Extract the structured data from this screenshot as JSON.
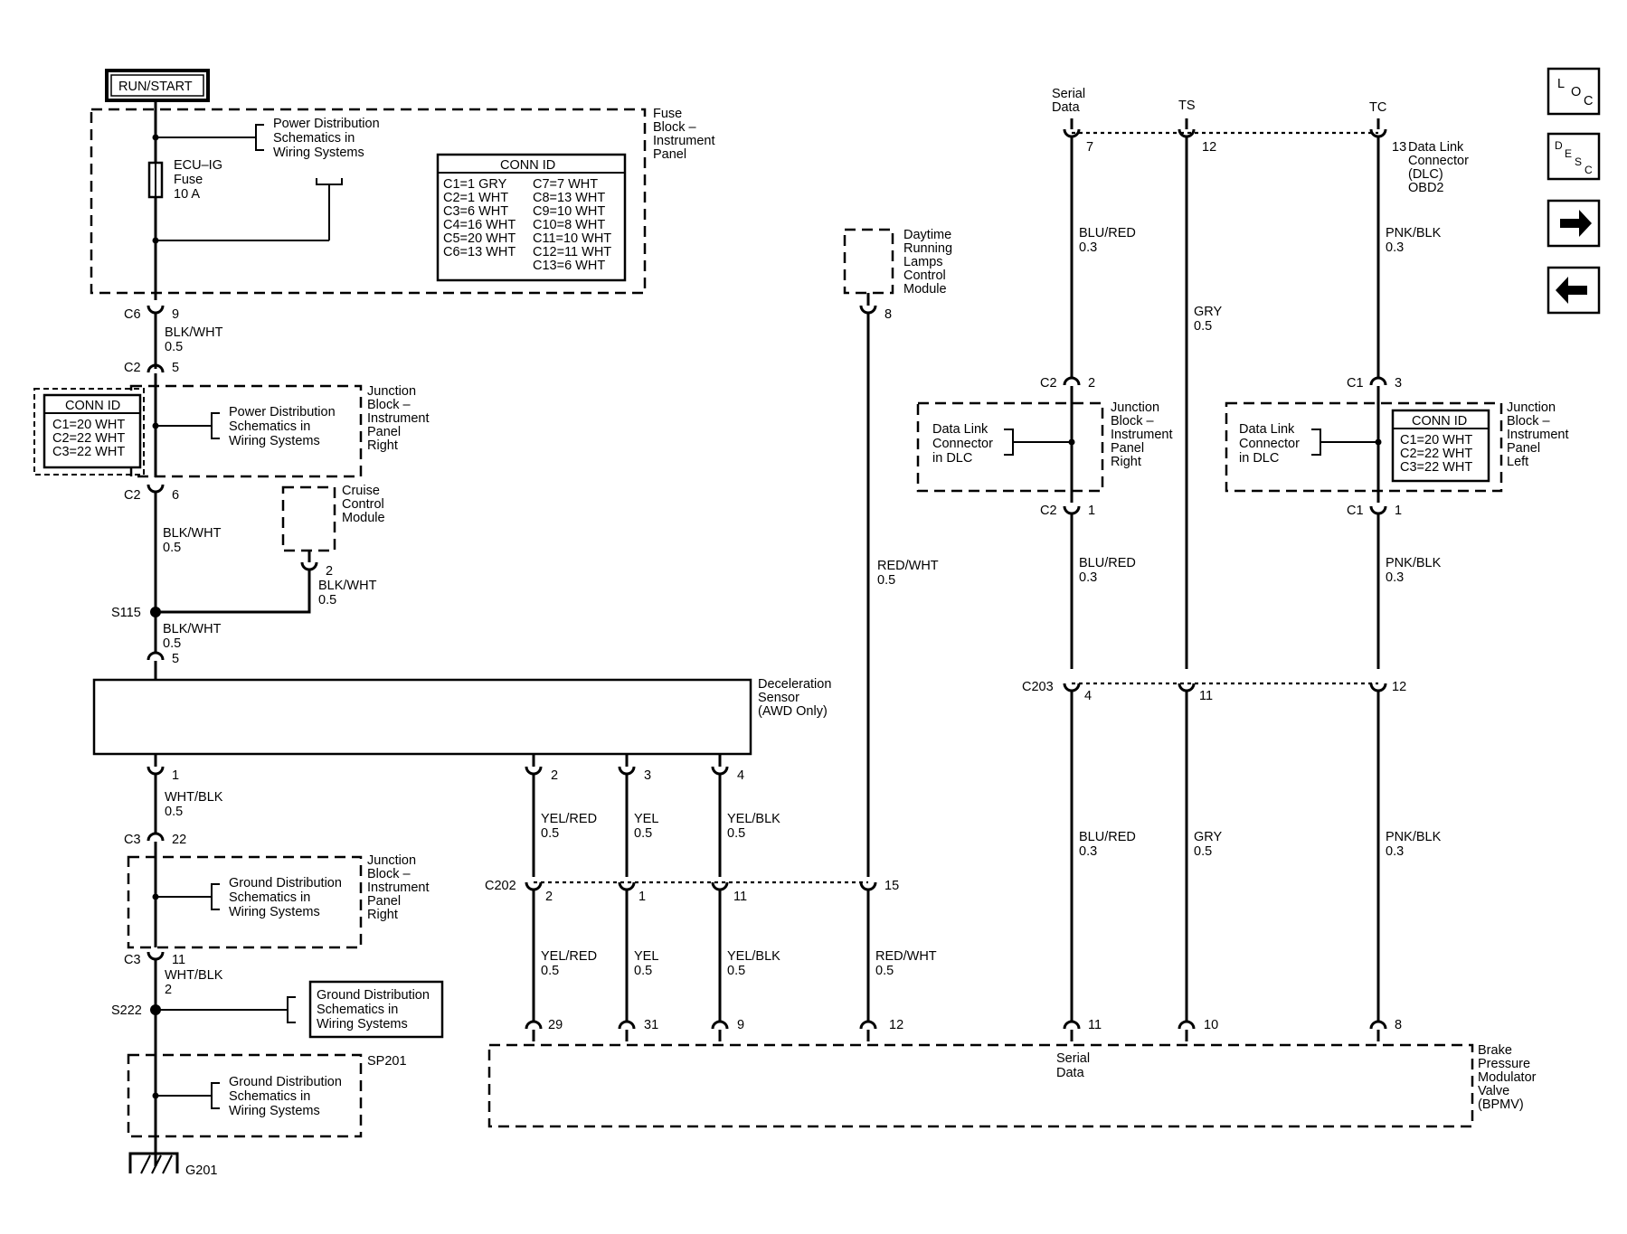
{
  "nav": {
    "loc": [
      "L",
      "O",
      "C"
    ],
    "desc": [
      "D",
      "E",
      "S",
      "C"
    ]
  },
  "left": {
    "run_start": "RUN/START",
    "fuse_block": [
      "Fuse",
      "Block –",
      "Instrument",
      "Panel"
    ],
    "power_dist_top": [
      "Power Distribution",
      "Schematics in",
      "Wiring Systems"
    ],
    "fuse": [
      "ECU–IG",
      "Fuse",
      "10 A"
    ],
    "conn_id_title": "CONN ID",
    "conn_id_fuse_col1": [
      "C1=1 GRY",
      "C2=1 WHT",
      "C3=6 WHT",
      "C4=16 WHT",
      "C5=20 WHT",
      "C6=13 WHT"
    ],
    "conn_id_fuse_col2": [
      "C7=7 WHT",
      "C8=13 WHT",
      "C9=10 WHT",
      "C10=8 WHT",
      "C11=10 WHT",
      "C12=11 WHT",
      "C13=6 WHT"
    ],
    "c6": "C6",
    "c6_pin": "9",
    "wire1": [
      "BLK/WHT",
      "0.5"
    ],
    "c2a": "C2",
    "c2a_pin": "5",
    "conn_id_jb": [
      "C1=20 WHT",
      "C2=22 WHT",
      "C3=22 WHT"
    ],
    "power_dist_mid": [
      "Power Distribution",
      "Schematics in",
      "Wiring Systems"
    ],
    "jb_right": [
      "Junction",
      "Block –",
      "Instrument",
      "Panel",
      "Right"
    ],
    "c2b": "C2",
    "c2b_pin": "6",
    "wire2": [
      "BLK/WHT",
      "0.5"
    ],
    "cruise": [
      "Cruise",
      "Control",
      "Module"
    ],
    "cruise_pin": "2",
    "wire_cruise": [
      "BLK/WHT",
      "0.5"
    ],
    "s115": "S115",
    "wire3": [
      "BLK/WHT",
      "0.5"
    ],
    "decel_pin5": "5",
    "decel_sensor": [
      "Deceleration",
      "Sensor",
      "(AWD Only)"
    ],
    "decel_pin1": "1",
    "wire4": [
      "WHT/BLK",
      "0.5"
    ],
    "c3a": "C3",
    "c3a_pin": "22",
    "ground_dist_1": [
      "Ground Distribution",
      "Schematics in",
      "Wiring Systems"
    ],
    "jb_right_2": [
      "Junction",
      "Block –",
      "Instrument",
      "Panel",
      "Right"
    ],
    "c3b": "C3",
    "c3b_pin": "11",
    "wire5": [
      "WHT/BLK",
      "2"
    ],
    "s222": "S222",
    "ground_dist_2": [
      "Ground Distribution",
      "Schematics in",
      "Wiring Systems"
    ],
    "sp201": "SP201",
    "ground_dist_3": [
      "Ground Distribution",
      "Schematics in",
      "Wiring Systems"
    ],
    "g201": "G201"
  },
  "middle": {
    "decel_pins": [
      "2",
      "3",
      "4"
    ],
    "wires_upper": [
      [
        "YEL/RED",
        "0.5"
      ],
      [
        "YEL",
        "0.5"
      ],
      [
        "YEL/BLK",
        "0.5"
      ]
    ],
    "c202": "C202",
    "c202_pins": [
      "2",
      "1",
      "11",
      "15"
    ],
    "wires_lower": [
      [
        "YEL/RED",
        "0.5"
      ],
      [
        "YEL",
        "0.5"
      ],
      [
        "YEL/BLK",
        "0.5"
      ],
      [
        "RED/WHT",
        "0.5"
      ]
    ],
    "bpmv_pins": [
      "29",
      "31",
      "9",
      "12"
    ],
    "drl_module": [
      "Daytime",
      "Running",
      "Lamps",
      "Control",
      "Module"
    ],
    "drl_pin": "8",
    "drl_wire": [
      "RED/WHT",
      "0.5"
    ]
  },
  "right": {
    "top_labels": [
      [
        "Serial",
        "Data"
      ],
      [
        "TS"
      ],
      [
        "TC"
      ]
    ],
    "dlc_pins": [
      "7",
      "12",
      "13"
    ],
    "dlc_label": [
      "Data Link",
      "Connector",
      "(DLC)",
      "OBD2"
    ],
    "wire_serial_1": [
      "BLU/RED",
      "0.3"
    ],
    "wire_ts": [
      "GRY",
      "0.5"
    ],
    "wire_tc_1": [
      "PNK/BLK",
      "0.3"
    ],
    "c2_top": "C2",
    "c2_top_pin": "2",
    "c1_top": "C1",
    "c1_top_pin": "3",
    "dlc_in_dlc_1": [
      "Data Link",
      "Connector",
      "in DLC"
    ],
    "jb_right": [
      "Junction",
      "Block –",
      "Instrument",
      "Panel",
      "Right"
    ],
    "dlc_in_dlc_2": [
      "Data Link",
      "Connector",
      "in DLC"
    ],
    "conn_id_title": "CONN ID",
    "conn_id_left": [
      "C1=20 WHT",
      "C2=22 WHT",
      "C3=22 WHT"
    ],
    "jb_left": [
      "Junction",
      "Block –",
      "Instrument",
      "Panel",
      "Left"
    ],
    "c2_bot": "C2",
    "c2_bot_pin": "1",
    "c1_bot": "C1",
    "c1_bot_pin": "1",
    "wire_serial_2": [
      "BLU/RED",
      "0.3"
    ],
    "wire_tc_2": [
      "PNK/BLK",
      "0.3"
    ],
    "c203": "C203",
    "c203_pins": [
      "4",
      "11",
      "12"
    ],
    "wire_serial_3": [
      "BLU/RED",
      "0.3"
    ],
    "wire_ts_2": [
      "GRY",
      "0.5"
    ],
    "wire_tc_3": [
      "PNK/BLK",
      "0.3"
    ],
    "bpmv_pins": [
      "11",
      "10",
      "8"
    ],
    "serial_data_bpmv": [
      "Serial",
      "Data"
    ],
    "bpmv": [
      "Brake",
      "Pressure",
      "Modulator",
      "Valve",
      "(BPMV)"
    ]
  }
}
